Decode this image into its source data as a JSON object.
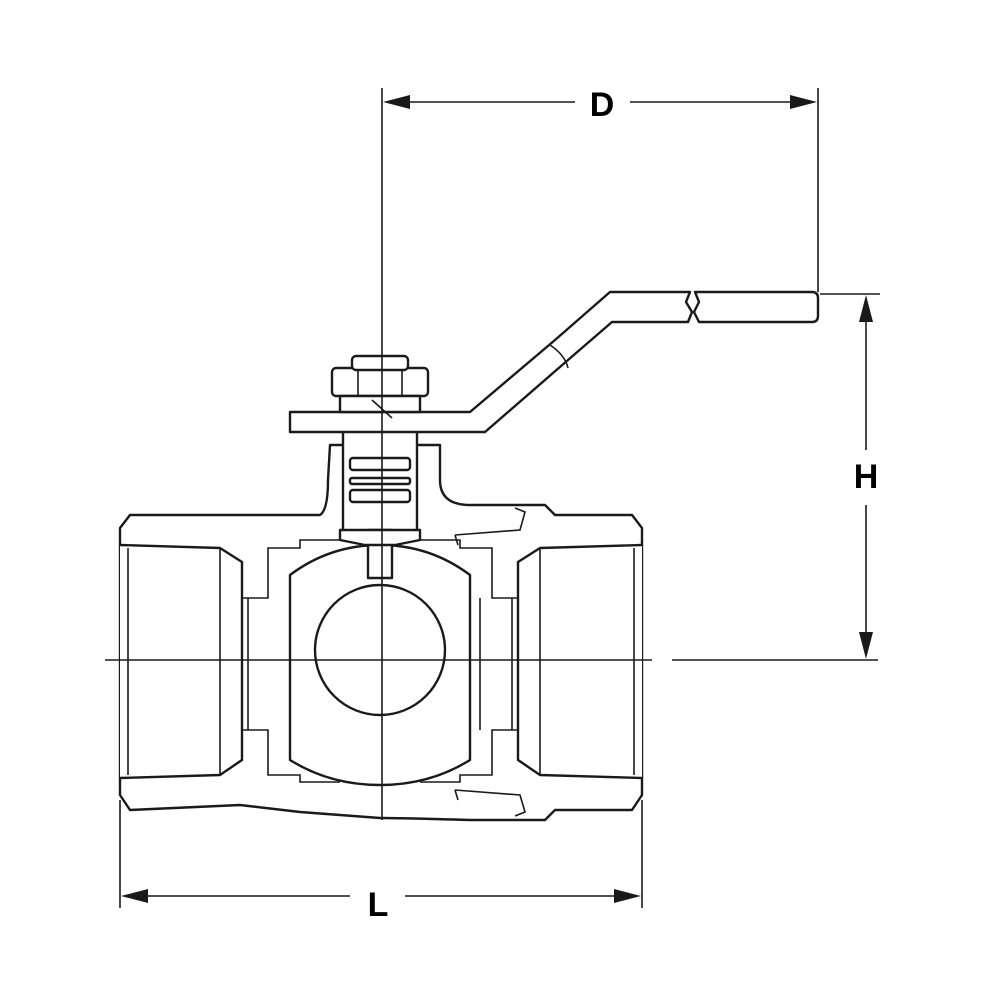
{
  "dimensions": {
    "d_label": "D",
    "h_label": "H",
    "l_label": "L"
  },
  "colors": {
    "stroke": "#1a1a1a",
    "background": "#ffffff"
  }
}
